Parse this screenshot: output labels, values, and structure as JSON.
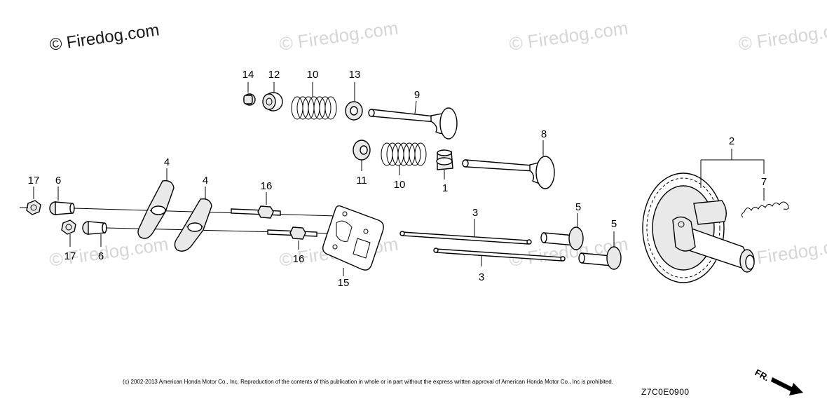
{
  "watermarks": [
    "© Firedog.com",
    "© Firedog.com",
    "© Firedog.com",
    "© Firedog.com",
    "© Firedog.com",
    "© Firedog.com",
    "© Firedog.com",
    "© Firedog.com"
  ],
  "callouts": {
    "c14": "14",
    "c12": "12",
    "c10a": "10",
    "c13": "13",
    "c9": "9",
    "c11": "11",
    "c10b": "10",
    "c1": "1",
    "c8": "8",
    "c2": "2",
    "c7": "7",
    "c17a": "17",
    "c6a": "6",
    "c4a": "4",
    "c4b": "4",
    "c16a": "16",
    "c17b": "17",
    "c6b": "6",
    "c16b": "16",
    "c15": "15",
    "c3a": "3",
    "c3b": "3",
    "c5a": "5",
    "c5b": "5"
  },
  "footer": {
    "copyright": "(c) 2002-2013 American Honda Motor Co., Inc. Reproduction of the contents of this publication in whole or in part without the express written approval of American Honda Motor Co., Inc is prohibited.",
    "diagram_code": "Z7C0E0900",
    "direction_label": "FR."
  }
}
